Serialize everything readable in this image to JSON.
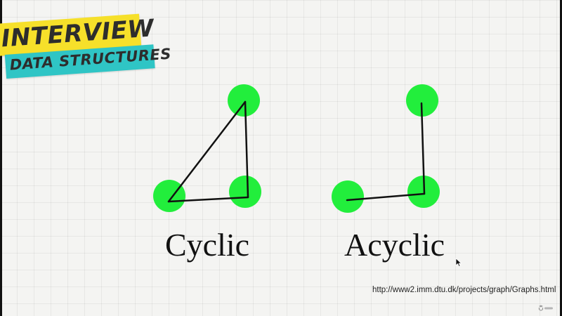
{
  "banner": {
    "line1": "INTERVIEW",
    "line2": "DATA STRUCTURES"
  },
  "colors": {
    "node": "#22ee3c",
    "edge": "#111111",
    "banner_top": "#f6e02a",
    "banner_bottom": "#2fc5c5"
  },
  "diagram": {
    "cyclic": {
      "caption": "Cyclic",
      "nodes": [
        "top",
        "bottom-left",
        "bottom-right"
      ],
      "edges": [
        [
          "top",
          "bottom-left"
        ],
        [
          "top",
          "bottom-right"
        ],
        [
          "bottom-left",
          "bottom-right"
        ]
      ]
    },
    "acyclic": {
      "caption": "Acyclic",
      "nodes": [
        "top",
        "bottom-left",
        "bottom-right"
      ],
      "edges": [
        [
          "top",
          "bottom-right"
        ],
        [
          "bottom-left",
          "bottom-right"
        ]
      ]
    }
  },
  "source": {
    "url": "http://www2.imm.dtu.dk/projects/graph/Graphs.html"
  },
  "icons": {
    "cursor": "mouse-pointer-icon",
    "watermark": "udemy-logo-icon"
  }
}
